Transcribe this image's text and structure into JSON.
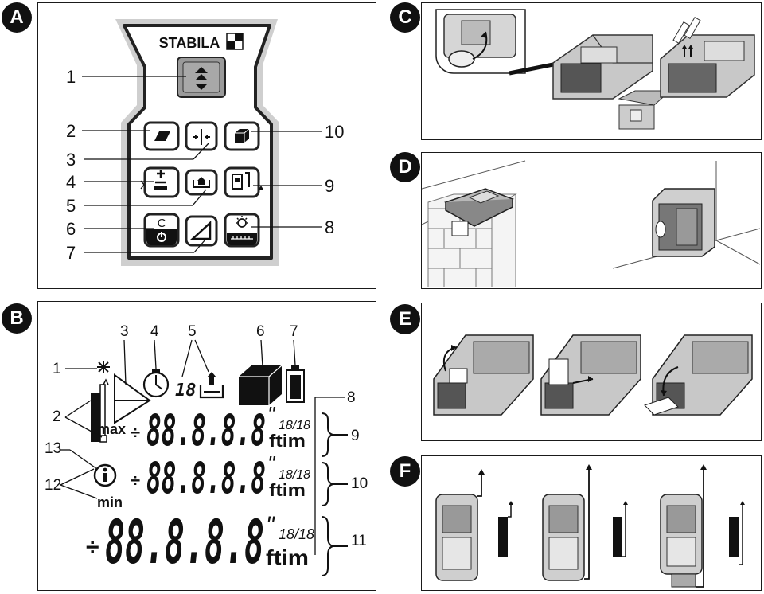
{
  "badges": {
    "a": "A",
    "b": "B",
    "c": "C",
    "d": "D",
    "e": "E",
    "f": "F"
  },
  "panel_a": {
    "brand": "STABILA",
    "callouts": {
      "c1": "1",
      "c2": "2",
      "c3": "3",
      "c4": "4",
      "c5": "5",
      "c6": "6",
      "c7": "7",
      "c8": "8",
      "c9": "9",
      "c10": "10"
    },
    "keys": {
      "clear_label": "C"
    }
  },
  "panel_b": {
    "callouts": {
      "c1": "1",
      "c2": "2",
      "c3": "3",
      "c4": "4",
      "c5": "5",
      "c6": "6",
      "c7": "7",
      "c8": "8",
      "c9": "9",
      "c10": "10",
      "c11": "11",
      "c12": "12",
      "c13": "13"
    },
    "max_label": "max",
    "min_label": "min",
    "small_digits": "18",
    "line1": {
      "digits": "88.8.8.8",
      "prime": "\"",
      "fraction": "18/18",
      "units": "ftim"
    },
    "line2": {
      "digits": "88.8.8.8",
      "prime": "\"",
      "fraction": "18/18",
      "units": "ftim"
    },
    "line3": {
      "digits": "88.8.8.8",
      "prime": "\"",
      "fraction": "18/18",
      "units": "ftim"
    },
    "sign": "÷"
  }
}
